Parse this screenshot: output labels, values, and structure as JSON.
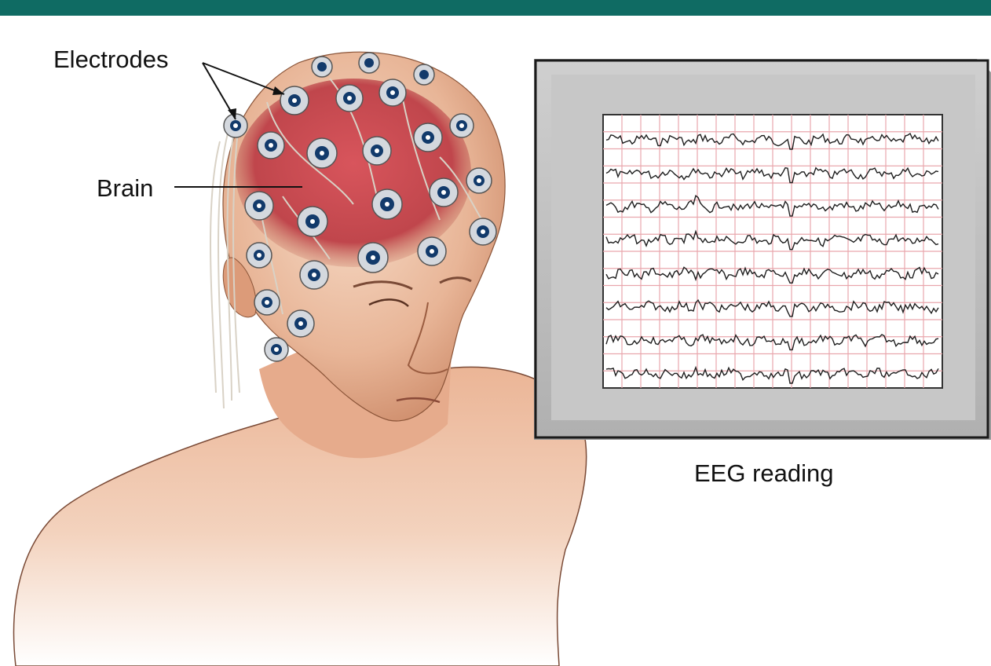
{
  "labels": {
    "electrodes": "Electrodes",
    "brain": "Brain",
    "eeg_reading": "EEG reading"
  },
  "colors": {
    "top_bar": "#0f6b63",
    "skin_light": "#f4d3bd",
    "skin_mid": "#e2a989",
    "skin_dark": "#b8724f",
    "brain": "#c9484e",
    "monitor_frame": "#bdbdbd",
    "monitor_edge": "#1a1a1a",
    "screen_bg": "#ffffff",
    "grid_line": "#e9a7ad",
    "trace": "#1e1e1e",
    "electrode_ring": "#d4d8de",
    "electrode_center": "#123a6b",
    "wire": "#d9d2c6"
  },
  "icons": {
    "electrode": "electrode-icon",
    "head": "head-illustration"
  },
  "eeg": {
    "channels": 8
  }
}
